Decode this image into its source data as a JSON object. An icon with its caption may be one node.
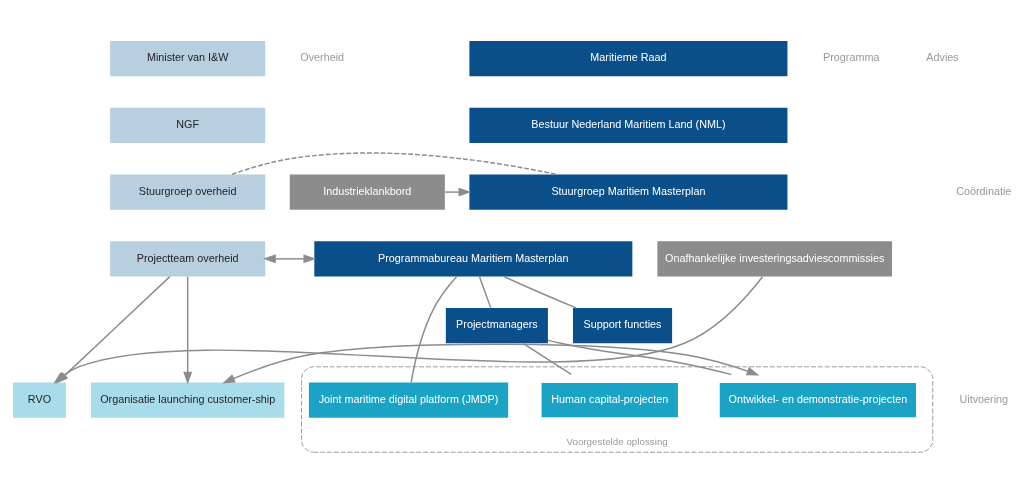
{
  "diagram": {
    "nodes": [
      {
        "text": [
          "Minister van I&W"
        ]
      },
      {
        "text": [
          "NGF"
        ]
      },
      {
        "text": [
          "Maritieme Raad"
        ]
      },
      {
        "text": [
          "Bestuur Nederland Maritiem Land (NML)"
        ]
      },
      {
        "text": [
          "Stuurgroep overheid"
        ]
      },
      {
        "text": [
          "Stuurgroep Maritiem Masterplan"
        ]
      },
      {
        "text": [
          "Industrieklankbord"
        ]
      },
      {
        "text": [
          "Projectteam overheid"
        ]
      },
      {
        "text": [
          "Programmabureau Maritiem Masterplan"
        ]
      },
      {
        "text": [
          "Onafhankelijke investeringsadviescommissies"
        ]
      },
      {
        "text": [
          "Projectmanagers"
        ]
      },
      {
        "text": [
          "Support functies"
        ]
      },
      {
        "text": [
          "Voorgestelde oplossing"
        ]
      },
      {
        "text": [
          "RVO"
        ]
      },
      {
        "text": [
          "Organisatie launching customer-ship"
        ]
      },
      {
        "text": [
          "Ontwikkel- en demonstratie-projecten"
        ],
        "in": 12
      },
      {
        "text": [
          "Human capital-projecten"
        ],
        "in": 12
      },
      {
        "text": [
          "Joint maritime digital platform (JMDP)"
        ],
        "in": 12
      }
    ],
    "edges": [
      {
        "from": 4,
        "to": 5,
        "arrow": "none",
        "style": "dashed"
      },
      {
        "from": 6,
        "to": 5,
        "arrow": "to"
      },
      {
        "from": 7,
        "to": 8,
        "arrow": "both"
      },
      {
        "from": 7,
        "to": 13,
        "arrow": "to"
      },
      {
        "from": 7,
        "to": 14,
        "arrow": "to"
      },
      {
        "from": 9,
        "to": 13,
        "arrow": "to"
      },
      {
        "from": 8,
        "to": 10,
        "arrow": "none"
      },
      {
        "from": 8,
        "to": 11,
        "arrow": "none"
      },
      {
        "from": 8,
        "to": 17,
        "arrow": "none"
      },
      {
        "from": 10,
        "to": 15,
        "arrow": "none"
      },
      {
        "from": 10,
        "to": 16,
        "arrow": "none"
      },
      {
        "from": 14,
        "to": 15,
        "arrow": "both"
      }
    ],
    "labels": [
      "Overheid",
      "Programma",
      "Advies",
      "Coördinatie",
      "Uitvoering"
    ]
  }
}
